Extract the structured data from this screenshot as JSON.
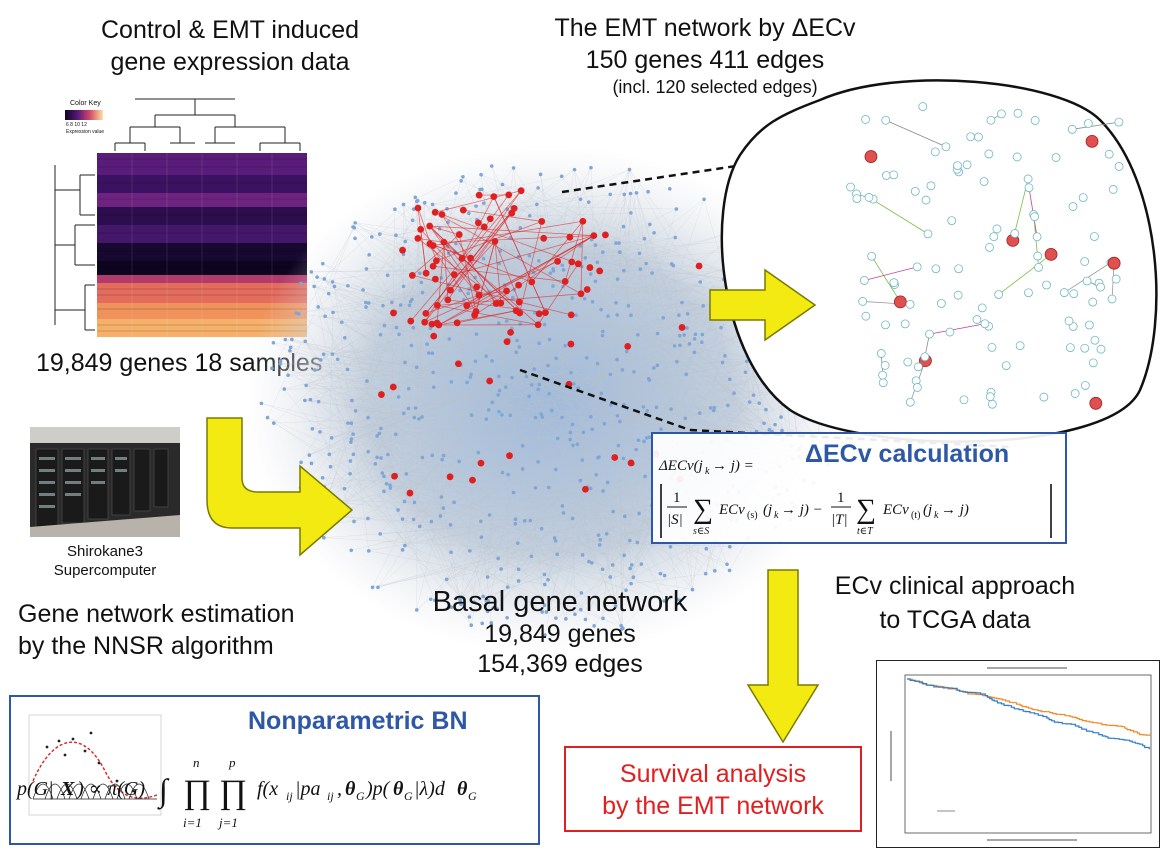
{
  "heatmap": {
    "title_line1": "Control & EMT induced",
    "title_line2": "gene expression data",
    "color_key_label": "Color Key",
    "color_key_ticks": "6  8  10  12",
    "color_key_axis": "Expression value",
    "caption": "19,849 genes  18 samples"
  },
  "computer": {
    "label_line1": "Shirokane3",
    "label_line2": "Supercomputer"
  },
  "estimation": {
    "line1": "Gene network estimation",
    "line2": "by the NNSR algorithm"
  },
  "basal_network": {
    "title": "Basal gene network",
    "genes": "19,849 genes",
    "edges": "154,369 edges"
  },
  "emt_network": {
    "title": "The EMT network by ΔECv",
    "counts": "150 genes  411 edges",
    "note": "(incl. 120 selected edges)"
  },
  "decv_box": {
    "title": "ΔECv calculation",
    "formula_lhs": "ΔECv(j_k → j) =",
    "formula_rhs": "| (1/|S|) Σ_{s∈S} ECv_(s)(j_k → j) − (1/|T|) Σ_{t∈T} ECv_(t)(j_k → j) |"
  },
  "clinical": {
    "line1": "ECv clinical approach",
    "line2": "to TCGA data"
  },
  "survival": {
    "line1": "Survival analysis",
    "line2": "by the EMT network"
  },
  "bn_box": {
    "title": "Nonparametric BN",
    "formula": "p(G|X) ∝ π(G) ∫ ∏_{i=1}^{n} ∏_{j=1}^{p} f(x_ij | pa_ij, θ_G) p(θ_G|λ) dθ_G"
  },
  "colors": {
    "arrow_fill": "#f2ea10",
    "arrow_stroke": "#7a7a00",
    "network_blue": "#7fa6d6",
    "network_red": "#e02020",
    "box_blue": "#2e58a6",
    "box_red": "#e02020",
    "km_orange": "#f08a24",
    "km_blue": "#2f7bd0"
  }
}
